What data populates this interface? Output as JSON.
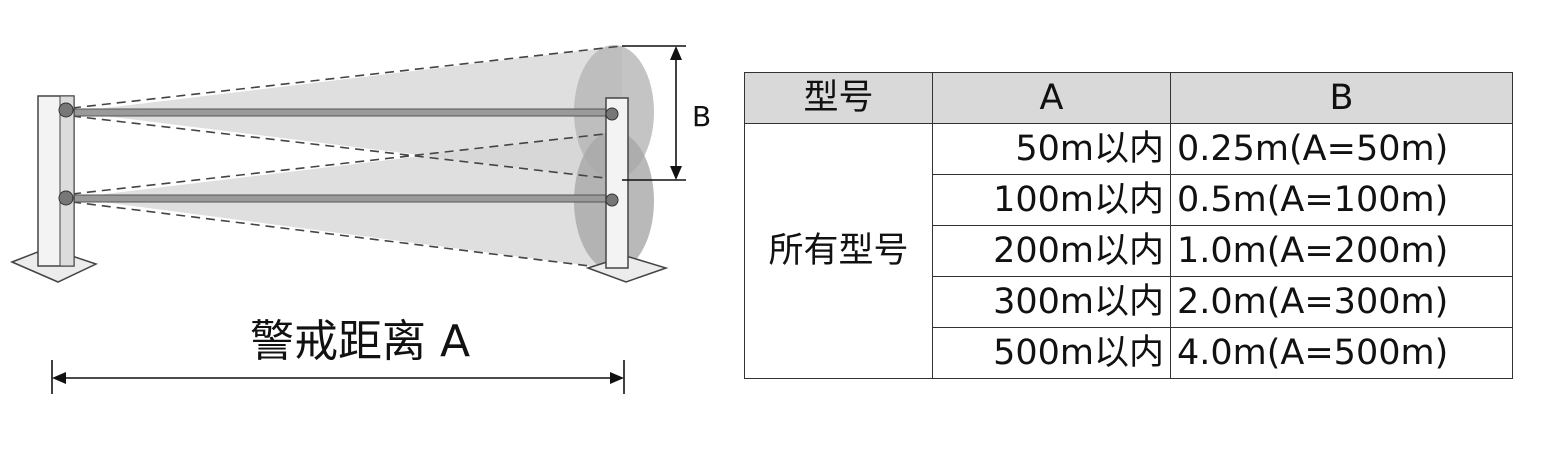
{
  "diagram": {
    "distance_label": "警戒距离 A",
    "b_label": "B"
  },
  "table": {
    "headers": [
      "型号",
      "A",
      "B"
    ],
    "model_cell": "所有型号",
    "rows": [
      {
        "a": "50m以内",
        "b": "0.25m(A=50m)"
      },
      {
        "a": "100m以内",
        "b": "0.5m(A=100m)"
      },
      {
        "a": "200m以内",
        "b": "1.0m(A=200m)"
      },
      {
        "a": "300m以内",
        "b": "2.0m(A=300m)"
      },
      {
        "a": "500m以内",
        "b": "4.0m(A=500m)"
      }
    ]
  },
  "colors": {
    "beam_fill": "#cfcfcf",
    "post": "#f2f2f2",
    "header_bg": "#d9d9d9"
  }
}
